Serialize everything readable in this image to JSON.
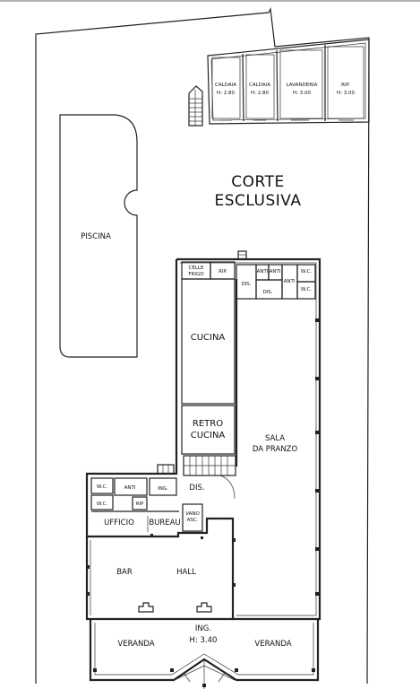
{
  "labels": {
    "corte_line1": "CORTE",
    "corte_line2": "ESCLUSIVA",
    "piscina": "PISCINA",
    "caldaia1": "CALDAIA",
    "caldaia1_h": "H: 2.80",
    "caldaia2": "CALDAIA",
    "caldaia2_h": "H: 2.80",
    "lavanderia": "LAVANDERIA",
    "lavanderia_h": "H: 3.00",
    "rip_top": "RIP.",
    "rip_top_h": "H: 3.00",
    "celle_line1": "CELLE",
    "celle_line2": "FRIGO",
    "rip_kitchen": "RIP.",
    "anti1": "ANTI",
    "anti2": "ANTI",
    "anti3": "ANTI",
    "wc_right1": "W.C.",
    "wc_right2": "W.C.",
    "dis1": "DIS.",
    "dis2": "DIS.",
    "cucina": "CUCINA",
    "retro_line1": "RETRO",
    "retro_line2": "CUCINA",
    "sala_line1": "SALA",
    "sala_line2": "DA PRANZO",
    "wc_left1": "W.C.",
    "wc_left2": "W.C.",
    "anti_left": "ANTI",
    "ing_small": "ING.",
    "dis_hall": "DIS.",
    "rip_small": "RIP",
    "ufficio": "UFFICIO",
    "bureau": "BUREAU",
    "vano_line1": "VANO",
    "vano_line2": "ASC.",
    "bar": "BAR",
    "hall": "HALL",
    "ing_main": "ING.",
    "ing_main_h": "H: 3.40",
    "veranda_left": "VERANDA",
    "veranda_right": "VERANDA"
  }
}
